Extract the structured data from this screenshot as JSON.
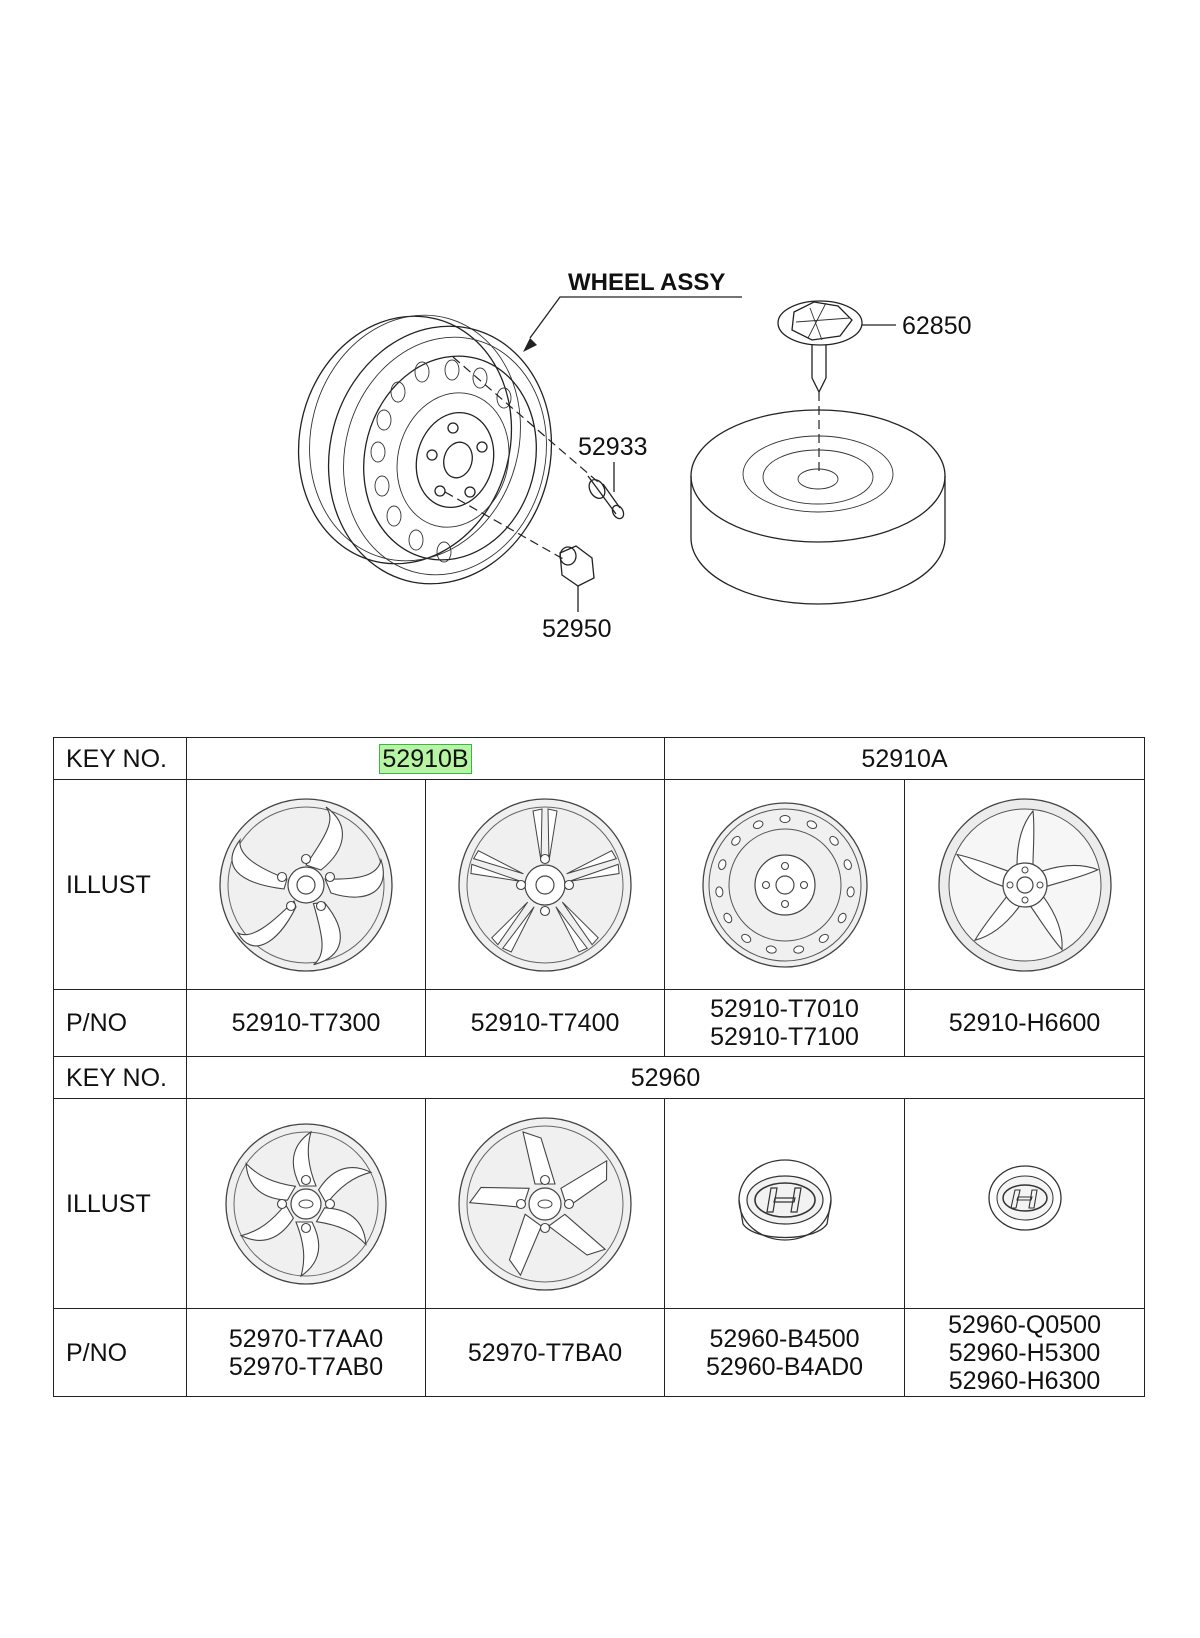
{
  "diagram": {
    "title": "WHEEL ASSY",
    "callouts": {
      "center_cap": "62850",
      "valve": "52933",
      "lug_nut": "52950"
    }
  },
  "table": {
    "rows": {
      "key1": "KEY NO.",
      "illust1": "ILLUST",
      "pno1": "P/NO",
      "key2": "KEY NO.",
      "illust2": "ILLUST",
      "pno2": "P/NO"
    },
    "section1": {
      "key_b": "52910B",
      "key_a": "52910A",
      "parts": [
        [
          "52910-T7300"
        ],
        [
          "52910-T7400"
        ],
        [
          "52910-T7010",
          "52910-T7100"
        ],
        [
          "52910-H6600"
        ]
      ]
    },
    "section2": {
      "key": "52960",
      "parts": [
        [
          "52970-T7AA0",
          "52970-T7AB0"
        ],
        [
          "52970-T7BA0"
        ],
        [
          "52960-B4500",
          "52960-B4AD0"
        ],
        [
          "52960-Q0500",
          "52960-H5300",
          "52960-H6300"
        ]
      ]
    }
  },
  "colors": {
    "highlight": "#b7f5a4",
    "highlight_border": "#39b54a",
    "line": "#222222"
  }
}
